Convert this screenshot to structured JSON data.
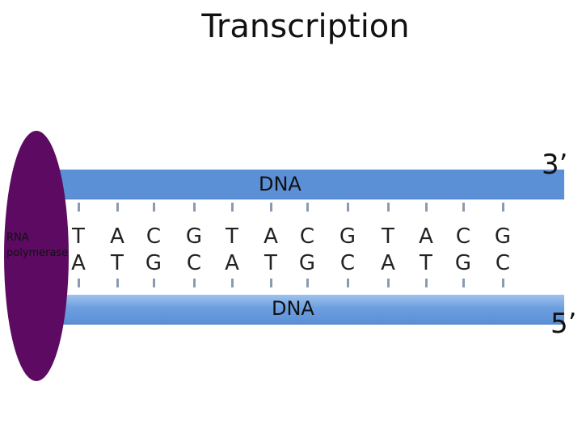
{
  "title": "Transcription",
  "strands": {
    "top_label": "DNA",
    "bottom_label": "DNA",
    "end_3": "3’",
    "end_5": "5’"
  },
  "base_pairs": [
    {
      "top": "T",
      "bottom": "A"
    },
    {
      "top": "A",
      "bottom": "T"
    },
    {
      "top": "C",
      "bottom": "G"
    },
    {
      "top": "G",
      "bottom": "C"
    },
    {
      "top": "T",
      "bottom": "A"
    },
    {
      "top": "A",
      "bottom": "T"
    },
    {
      "top": "C",
      "bottom": "G"
    },
    {
      "top": "G",
      "bottom": "C"
    },
    {
      "top": "T",
      "bottom": "A"
    },
    {
      "top": "A",
      "bottom": "T"
    },
    {
      "top": "C",
      "bottom": "G"
    },
    {
      "top": "G",
      "bottom": "C"
    }
  ],
  "polymerase": {
    "label_line1": "RNA",
    "label_line2": "polymerase"
  },
  "colors": {
    "strand": "#5b8fd6",
    "polymerase": "#5c0a62"
  }
}
